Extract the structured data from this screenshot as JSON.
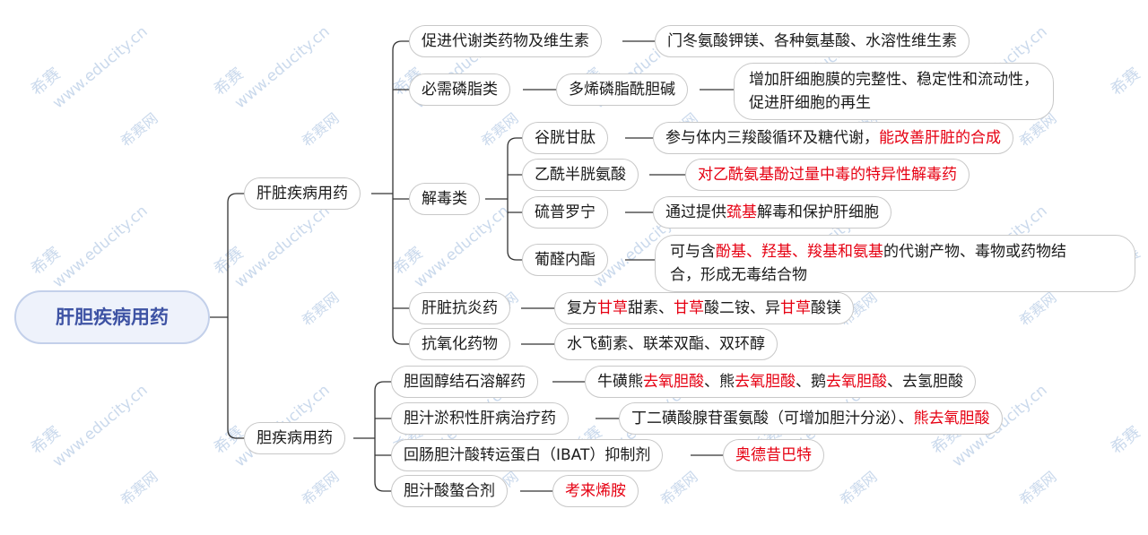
{
  "root": "肝胆疾病用药",
  "watermark": {
    "site": "www.educity.cn",
    "logo": "希赛",
    "cn": "希赛网"
  },
  "branches": {
    "liver": {
      "label": "肝脏疾病用药",
      "cats": {
        "metabolism": {
          "label": "促进代谢类药物及维生素",
          "desc": "门冬氨酸钾镁、各种氨基酸、水溶性维生素"
        },
        "phospholipid": {
          "label": "必需磷脂类",
          "drug": "多烯磷脂酰胆碱",
          "desc_l1": "增加肝细胞膜的完整性、稳定性和流动性，",
          "desc_l2": "促进肝细胞的再生"
        },
        "detox": {
          "label": "解毒类",
          "gsh": {
            "drug": "谷胱甘肽",
            "desc": "参与体内三羧酸循环及糖代谢，",
            "desc_red": "能改善肝脏的合成"
          },
          "nac": {
            "drug": "乙酰半胱氨酸",
            "desc_red": "对乙酰氨基酚过量中毒的特异性解毒药"
          },
          "tiopronin": {
            "drug": "硫普罗宁",
            "desc_a": "通过提供",
            "desc_red": "巯基",
            "desc_b": "解毒和保护肝细胞"
          },
          "glucurolactone": {
            "drug": "葡醛内酯",
            "desc_a": "可与含",
            "desc_red": "酚基、羟基、羧基和氨基",
            "desc_b": "的代谢产物、毒物或药物结",
            "desc_c": "合，形成无毒结合物"
          }
        },
        "antiinflam": {
          "label": "肝脏抗炎药",
          "p1": "复方",
          "r1": "甘草",
          "p2": "甜素、",
          "r2": "甘草",
          "p3": "酸二铵、异",
          "r3": "甘草",
          "p4": "酸镁"
        },
        "antioxid": {
          "label": "抗氧化药物",
          "desc": "水飞蓟素、联苯双酯、双环醇"
        }
      }
    },
    "gall": {
      "label": "胆疾病用药",
      "cats": {
        "stone": {
          "label": "胆固醇结石溶解药",
          "p1": "牛磺熊",
          "r1": "去氧胆酸",
          "p2": "、熊",
          "r2": "去氧胆酸",
          "p3": "、鹅",
          "r3": "去氧胆酸",
          "p4": "、去氢胆酸"
        },
        "cholestasis": {
          "label": "胆汁淤积性肝病治疗药",
          "p1": "丁二磺酸腺苷蛋氨酸（可增加胆汁分泌）、",
          "r1": "熊去氧胆酸"
        },
        "ibat": {
          "label": "回肠胆汁酸转运蛋白（IBAT）抑制剂",
          "r1": "奥德昔巴特"
        },
        "chelator": {
          "label": "胆汁酸螯合剂",
          "r1": "考来烯胺"
        }
      }
    }
  }
}
